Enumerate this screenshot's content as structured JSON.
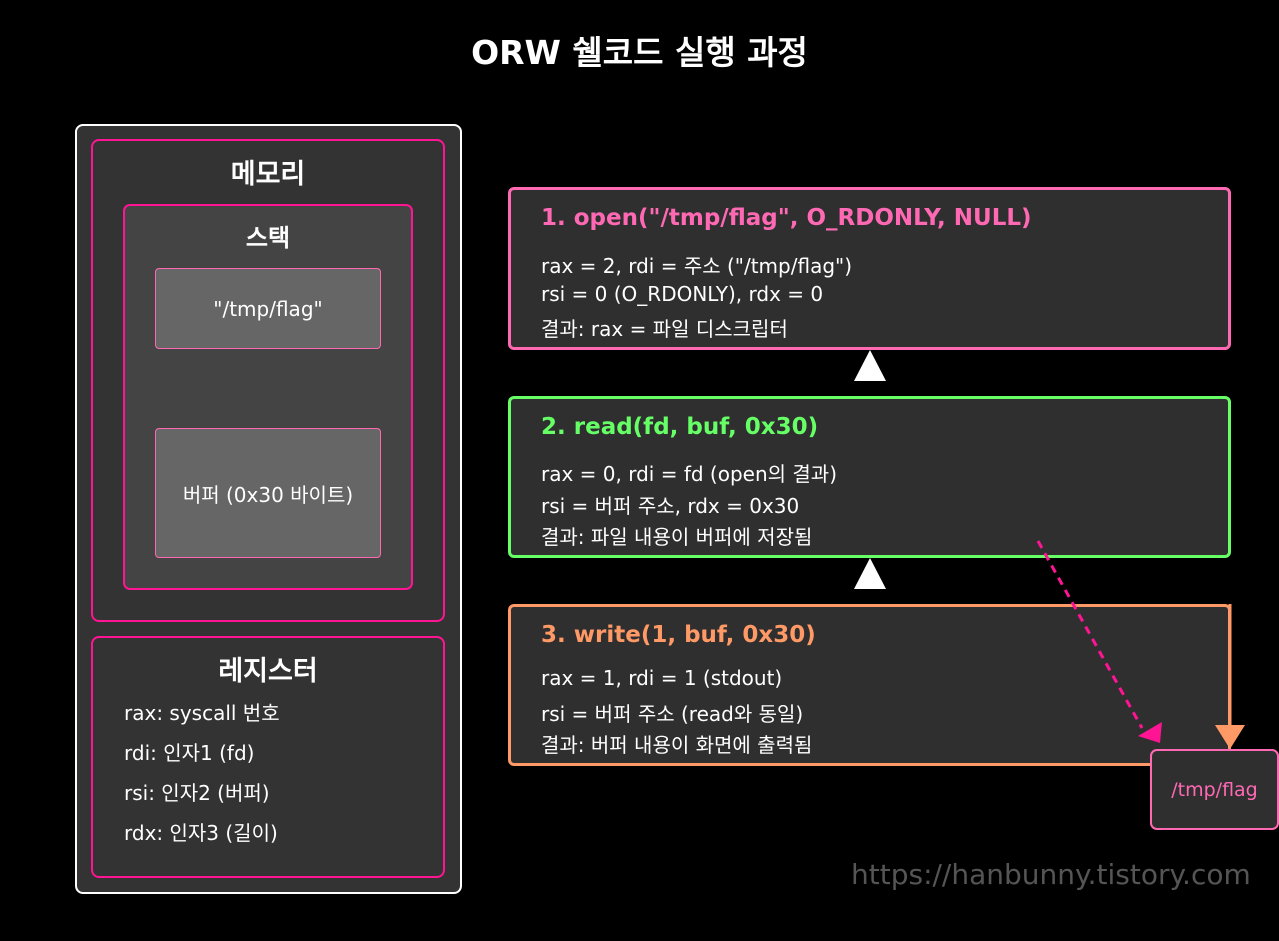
{
  "title": "ORW 쉘코드 실행 과정",
  "memory": {
    "title": "메모리",
    "stack": {
      "title": "스택",
      "cells": [
        "\"/tmp/flag\"",
        "버퍼 (0x30 바이트)"
      ]
    }
  },
  "registers": {
    "title": "레지스터",
    "lines": [
      "rax: syscall 번호",
      "rdi: 인자1 (fd)",
      "rsi: 인자2 (버퍼)",
      "rdx: 인자3 (길이)"
    ]
  },
  "steps": [
    {
      "head": "1. open(\"/tmp/flag\", O_RDONLY, NULL)",
      "lines": [
        "rax = 2, rdi = 주소 (\"/tmp/flag\")",
        "rsi = 0 (O_RDONLY), rdx = 0",
        "결과: rax = 파일 디스크립터"
      ],
      "color": "#ff69b4"
    },
    {
      "head": "2. read(fd, buf, 0x30)",
      "lines": [
        "rax = 0, rdi = fd (open의 결과)",
        "rsi = 버퍼 주소, rdx = 0x30",
        "결과: 파일 내용이 버퍼에 저장됨"
      ],
      "color": "#66ff66"
    },
    {
      "head": "3. write(1, buf, 0x30)",
      "lines": [
        "rax = 1, rdi = 1 (stdout)",
        "rsi = 버퍼 주소 (read와 동일)",
        "결과: 버퍼 내용이 화면에 출력됨"
      ],
      "color": "#ff9966"
    }
  ],
  "flag_node": "/tmp/flag",
  "watermark": "https://hanbunny.tistory.com",
  "colors": {
    "accent_pink": "#ff1493",
    "accent_light_pink": "#ff69b4",
    "accent_green": "#66ff66",
    "accent_orange": "#ff9966"
  }
}
